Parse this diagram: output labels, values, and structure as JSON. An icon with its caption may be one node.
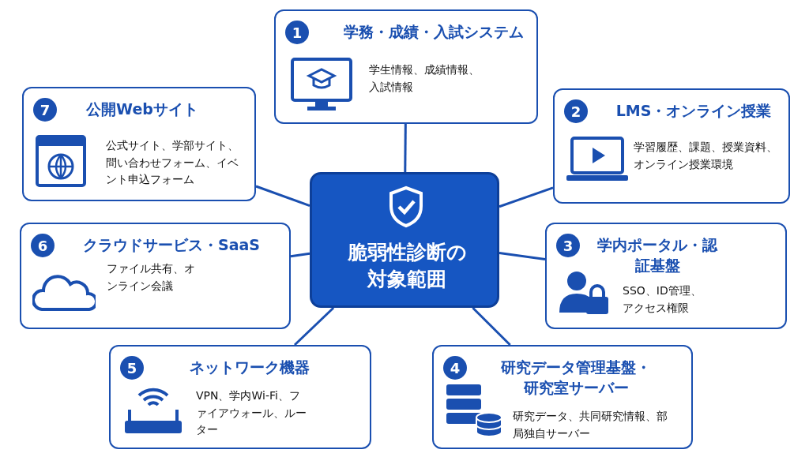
{
  "diagram": {
    "nodes": [
      {
        "text": [
          "脆弱性診断の対象範囲"
        ]
      },
      {
        "text": [
          "1",
          "学務・成績・入試システム",
          "学生情報、成績情報、入試情報"
        ]
      },
      {
        "text": [
          "2",
          "LMS・オンライン授業",
          "学習履歴、課題、授業資料、オンライン授業環境"
        ]
      },
      {
        "text": [
          "3",
          "学内ポータル・認証基盤",
          "SSO、ID管理、アクセス権限"
        ]
      },
      {
        "text": [
          "4",
          "研究データ管理基盤・研究室サーバー",
          "研究データ、共同研究情報、部局独自サーバー"
        ]
      },
      {
        "text": [
          "5",
          "ネットワーク機器",
          "VPN、学内Wi-Fi、ファイアウォール、ルーター"
        ]
      },
      {
        "text": [
          "6",
          "クラウドサービス・SaaS",
          "ファイル共有、オンライン会議"
        ]
      },
      {
        "text": [
          "7",
          "公開Webサイト",
          "公式サイト、学部サイト、問い合わせフォーム、イベント申込フォーム"
        ]
      }
    ],
    "edges": [
      {
        "from": 0,
        "to": 1,
        "arrow": "none"
      },
      {
        "from": 0,
        "to": 2,
        "arrow": "none"
      },
      {
        "from": 0,
        "to": 3,
        "arrow": "none"
      },
      {
        "from": 0,
        "to": 4,
        "arrow": "none"
      },
      {
        "from": 0,
        "to": 5,
        "arrow": "none"
      },
      {
        "from": 0,
        "to": 6,
        "arrow": "none"
      },
      {
        "from": 0,
        "to": 7,
        "arrow": "none"
      }
    ]
  }
}
